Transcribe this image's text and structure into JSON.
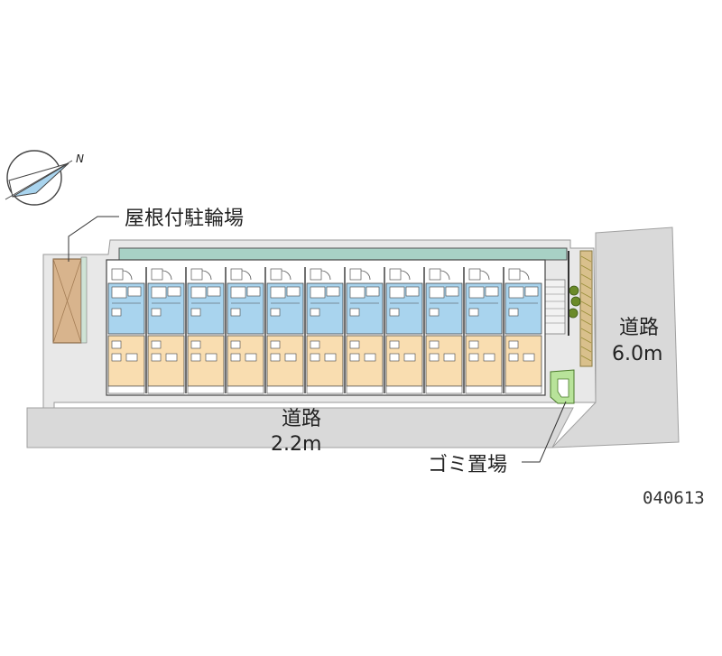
{
  "labels": {
    "covered_bicycle_parking": "屋根付駐輪場",
    "road_right_name": "道路",
    "road_right_width": "6.0m",
    "road_bottom_name": "道路",
    "road_bottom_width": "2.2m",
    "garbage_area": "ゴミ置場",
    "property_code": "040613",
    "compass_north": "N"
  },
  "building": {
    "unit_count": 11
  },
  "colors": {
    "ground": "#e8e8e8",
    "road": "#d9d9d9",
    "building_outline": "#555555",
    "kitchen_blue": "#a9d4ee",
    "room_beige": "#f9ddb0",
    "balcony_green": "#a8d1c5",
    "bicycle_parking": "#d8b48d",
    "garbage_green": "#b8e39a",
    "hedge": "#9aa64a"
  }
}
